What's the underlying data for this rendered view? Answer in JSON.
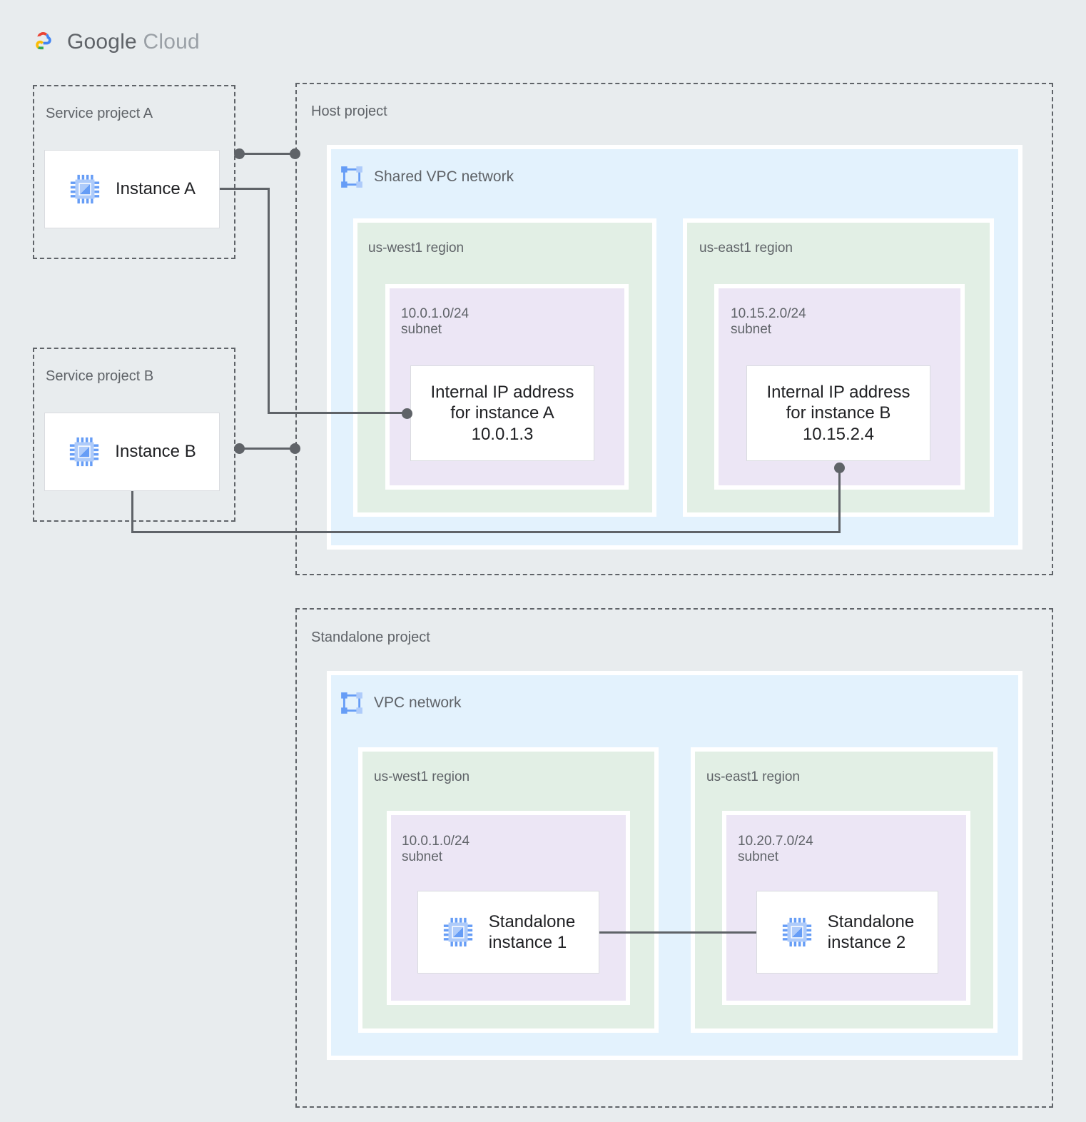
{
  "brand": {
    "logo_icon": "google-cloud-logo",
    "name_bold": "Google",
    "name_light": "Cloud"
  },
  "projects": {
    "service_a": {
      "label": "Service project A"
    },
    "service_b": {
      "label": "Service project B"
    },
    "host": {
      "label": "Host project"
    },
    "standalone": {
      "label": "Standalone project"
    }
  },
  "networks": {
    "shared_vpc": {
      "title": "Shared VPC network",
      "icon": "vpc-network-icon"
    },
    "vpc": {
      "title": "VPC network",
      "icon": "vpc-network-icon"
    }
  },
  "regions": {
    "host_west": {
      "label": "us-west1 region"
    },
    "host_east": {
      "label": "us-east1 region"
    },
    "sa_west": {
      "label": "us-west1 region"
    },
    "sa_east": {
      "label": "us-east1 region"
    }
  },
  "subnets": {
    "host_west": {
      "label": "10.0.1.0/24\nsubnet",
      "cidr": "10.0.1.0/24"
    },
    "host_east": {
      "label": "10.15.2.0/24\nsubnet",
      "cidr": "10.15.2.0/24"
    },
    "sa_west": {
      "label": "10.0.1.0/24\nsubnet",
      "cidr": "10.0.1.0/24"
    },
    "sa_east": {
      "label": "10.20.7.0/24\nsubnet",
      "cidr": "10.20.7.0/24"
    }
  },
  "nodes": {
    "instance_a": {
      "label": "Instance A",
      "icon": "vm-instance-icon"
    },
    "instance_b": {
      "label": "Instance B",
      "icon": "vm-instance-icon"
    },
    "ip_a": {
      "label": "Internal IP address\nfor instance A\n10.0.1.3",
      "address": "10.0.1.3"
    },
    "ip_b": {
      "label": "Internal IP address\nfor instance B\n10.15.2.4",
      "address": "10.15.2.4"
    },
    "standalone_1": {
      "label": "Standalone\ninstance 1",
      "icon": "vm-instance-icon"
    },
    "standalone_2": {
      "label": "Standalone\ninstance 2",
      "icon": "vm-instance-icon"
    }
  },
  "colors": {
    "page_background": "#e8ecee",
    "vpc_fill": "#e3f2fd",
    "region_fill": "#e2efe5",
    "subnet_fill": "#ece6f5",
    "node_fill": "#ffffff",
    "connector": "#5f6368",
    "text_muted": "#5f6368",
    "text_primary": "#202124",
    "icon_blue": "#669df6"
  }
}
